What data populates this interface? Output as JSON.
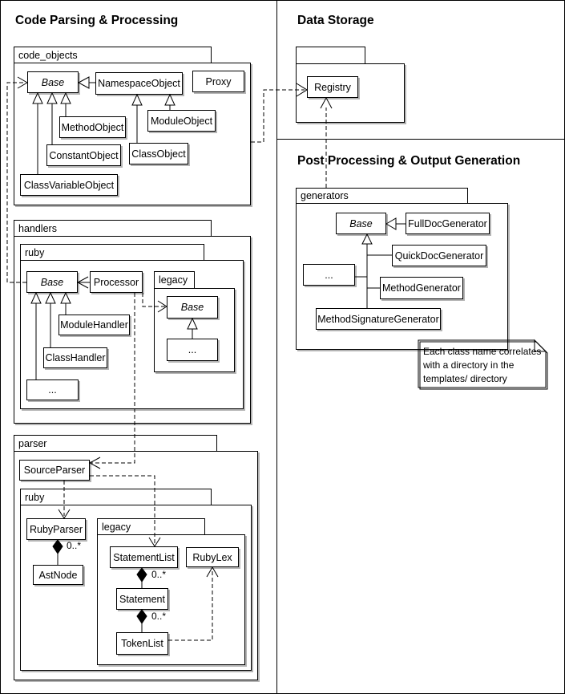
{
  "titles": {
    "code_parsing": "Code Parsing & Processing",
    "data_storage": "Data Storage",
    "post_processing": "Post Processing & Output Generation"
  },
  "packages": {
    "code_objects": "code_objects",
    "handlers": "handlers",
    "handlers_ruby": "ruby",
    "handlers_legacy": "legacy",
    "parser": "parser",
    "parser_ruby": "ruby",
    "parser_legacy": "legacy",
    "storage": "",
    "generators": "generators"
  },
  "classes": {
    "co_base": "Base",
    "co_namespace_object": "NamespaceObject",
    "co_proxy": "Proxy",
    "co_method_object": "MethodObject",
    "co_module_object": "ModuleObject",
    "co_constant_object": "ConstantObject",
    "co_class_object": "ClassObject",
    "co_class_variable_object": "ClassVariableObject",
    "h_base": "Base",
    "h_processor": "Processor",
    "h_module_handler": "ModuleHandler",
    "h_class_handler": "ClassHandler",
    "h_ellipsis": "...",
    "hl_base": "Base",
    "hl_ellipsis": "...",
    "p_source_parser": "SourceParser",
    "p_ruby_parser": "RubyParser",
    "p_ast_node": "AstNode",
    "pl_statement_list": "StatementList",
    "pl_ruby_lex": "RubyLex",
    "pl_statement": "Statement",
    "pl_token_list": "TokenList",
    "ds_registry": "Registry",
    "g_base": "Base",
    "g_full_doc_generator": "FullDocGenerator",
    "g_quick_doc_generator": "QuickDocGenerator",
    "g_ellipsis": "...",
    "g_method_generator": "MethodGenerator",
    "g_method_signature_generator": "MethodSignatureGenerator"
  },
  "multiplicities": {
    "ruby_parser_ast_node": "0..*",
    "statement_list_statement": "0..*",
    "statement_token_list": "0..*"
  },
  "note": {
    "line1": "Each class name correlates",
    "line2": "with a directory in the",
    "line3": "templates/ directory"
  },
  "colors": {
    "line": "#000000",
    "background": "#ffffff",
    "box_shadow": "#b4b4b4",
    "note_fold": "#c9c9c9"
  }
}
